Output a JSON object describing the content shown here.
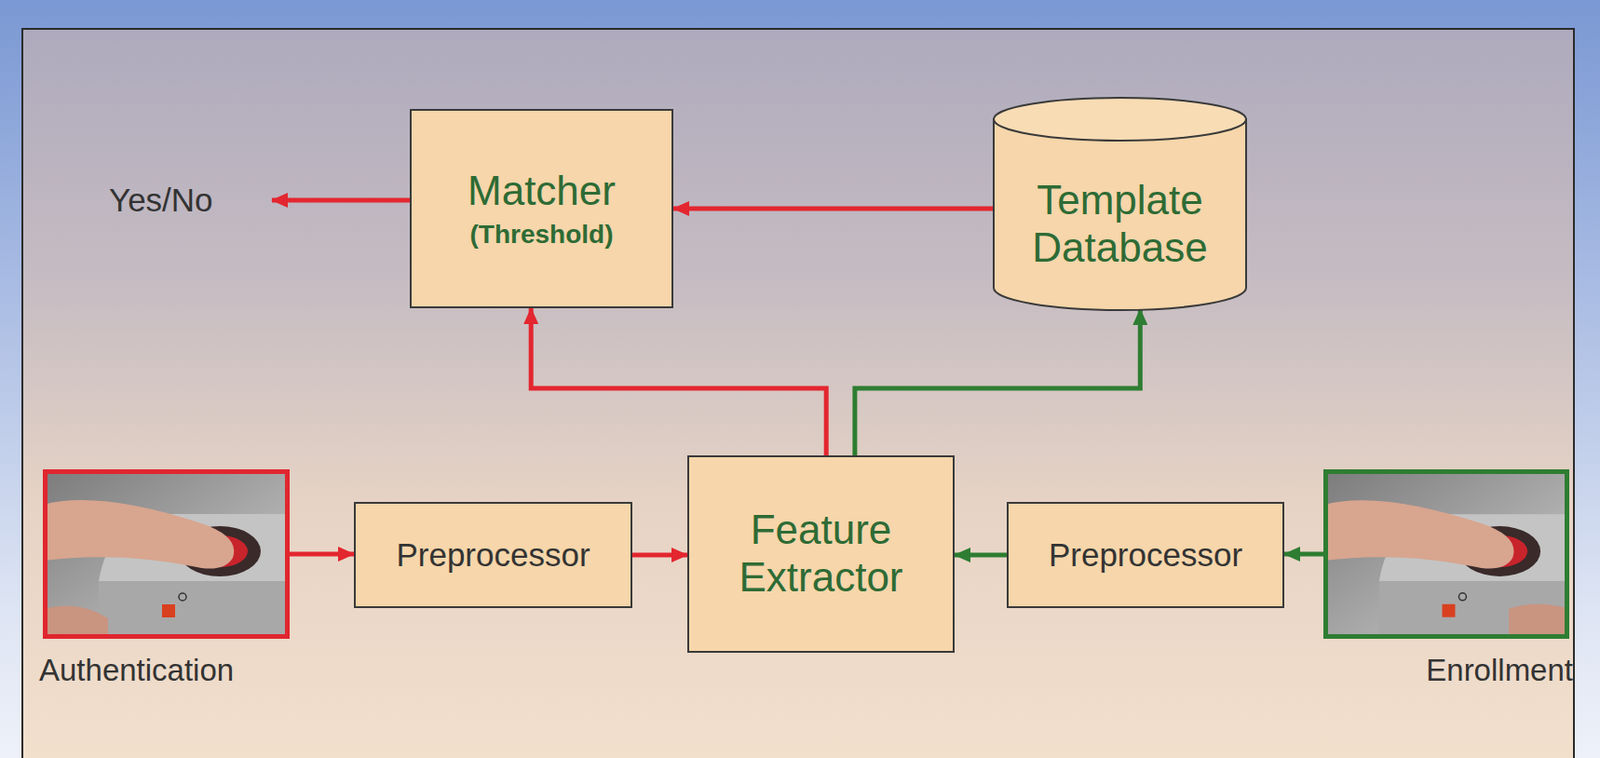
{
  "diagram": {
    "nodes": [
      {
        "text": [
          "Matcher",
          "(Threshold)"
        ]
      },
      {
        "text": [
          "Template Database"
        ]
      },
      {
        "text": [
          "Authentication"
        ]
      },
      {
        "text": [
          "Preprocessor"
        ]
      },
      {
        "text": [
          "Feature Extractor"
        ]
      },
      {
        "text": [
          "Preprocessor"
        ]
      },
      {
        "text": [
          "Enrollment"
        ]
      }
    ],
    "edges": [
      {
        "from": 2,
        "to": 3,
        "arrow": "to"
      },
      {
        "from": 3,
        "to": 4,
        "arrow": "to"
      },
      {
        "from": 4,
        "to": 0,
        "arrow": "to"
      },
      {
        "from": 1,
        "to": 0,
        "arrow": "to"
      },
      {
        "from": 6,
        "to": 5,
        "arrow": "to"
      },
      {
        "from": 5,
        "to": 4,
        "arrow": "to"
      },
      {
        "from": 4,
        "to": 1,
        "arrow": "to"
      }
    ],
    "labels": [
      "Yes/No"
    ]
  }
}
